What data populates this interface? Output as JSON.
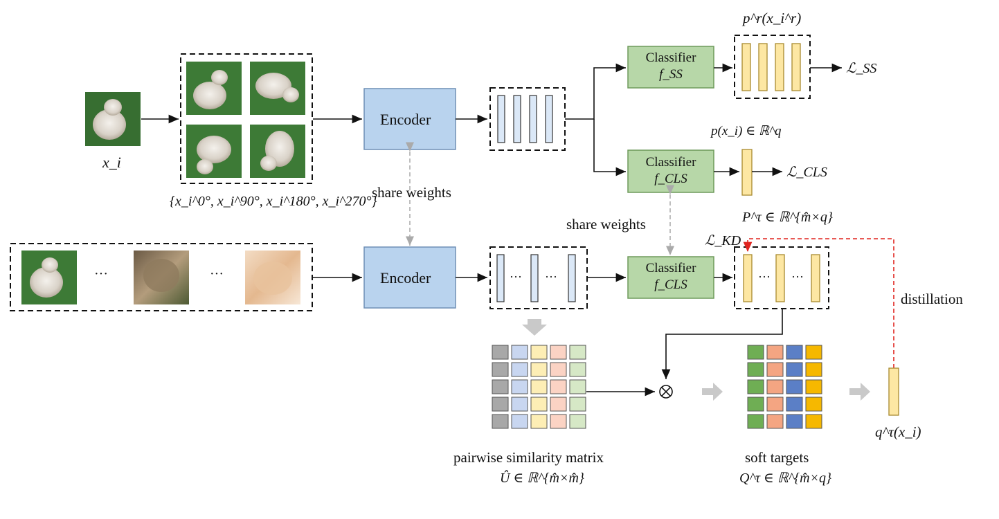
{
  "input": {
    "image_label": "x_i",
    "rotation_set_label": "{x_i^0°, x_i^90°, x_i^180°, x_i^270°}"
  },
  "encoders": {
    "top_label": "Encoder",
    "bottom_label": "Encoder",
    "share_weights_label": "share weights"
  },
  "classifiers": {
    "ss": {
      "title": "Classifier",
      "symbol": "f_SS",
      "output_label": "p^r(x_i^r)",
      "loss": "ℒ_SS"
    },
    "cls_top": {
      "title": "Classifier",
      "symbol": "f_CLS",
      "output_label": "p(x_i) ∈ ℝ^q",
      "loss": "ℒ_CLS"
    },
    "cls_bottom": {
      "title": "Classifier",
      "symbol": "f_CLS",
      "output_label": "P^τ ∈ ℝ^{m̂×q}",
      "loss": "ℒ_KD"
    },
    "share_weights_label": "share weights"
  },
  "matrices": {
    "similarity": {
      "caption": "pairwise similarity matrix",
      "symbol": "Û ∈ ℝ^{m̂×m̂}"
    },
    "soft_targets": {
      "caption": "soft targets",
      "symbol": "Q^τ ∈ ℝ^{m̂×q}"
    },
    "output_vector_label": "q^τ(x_i)",
    "operator": "⊗"
  },
  "distillation_label": "distillation",
  "ellipsis": "···",
  "colors": {
    "encoder_fill": "#b9d3ee",
    "encoder_stroke": "#6f8fb5",
    "classifier_fill": "#b7d7a8",
    "classifier_stroke": "#6e9a5b",
    "feature_fill": "#dbe8f7",
    "prob_fill": "#fde7a3",
    "prob_stroke": "#a88a30",
    "distill_red": "#e0241f",
    "share_gray": "#aaaaaa",
    "grid_gray": "#a8a8a8",
    "grid_blue": "#c8d6f0",
    "grid_yellow": "#fdeeb5",
    "grid_salmon": "#fbd3c4",
    "grid_green": "#d6e8c6",
    "soft_green": "#6fae54",
    "soft_salmon": "#f4a582",
    "soft_blue": "#5b7fc6",
    "soft_gold": "#f6b800"
  }
}
